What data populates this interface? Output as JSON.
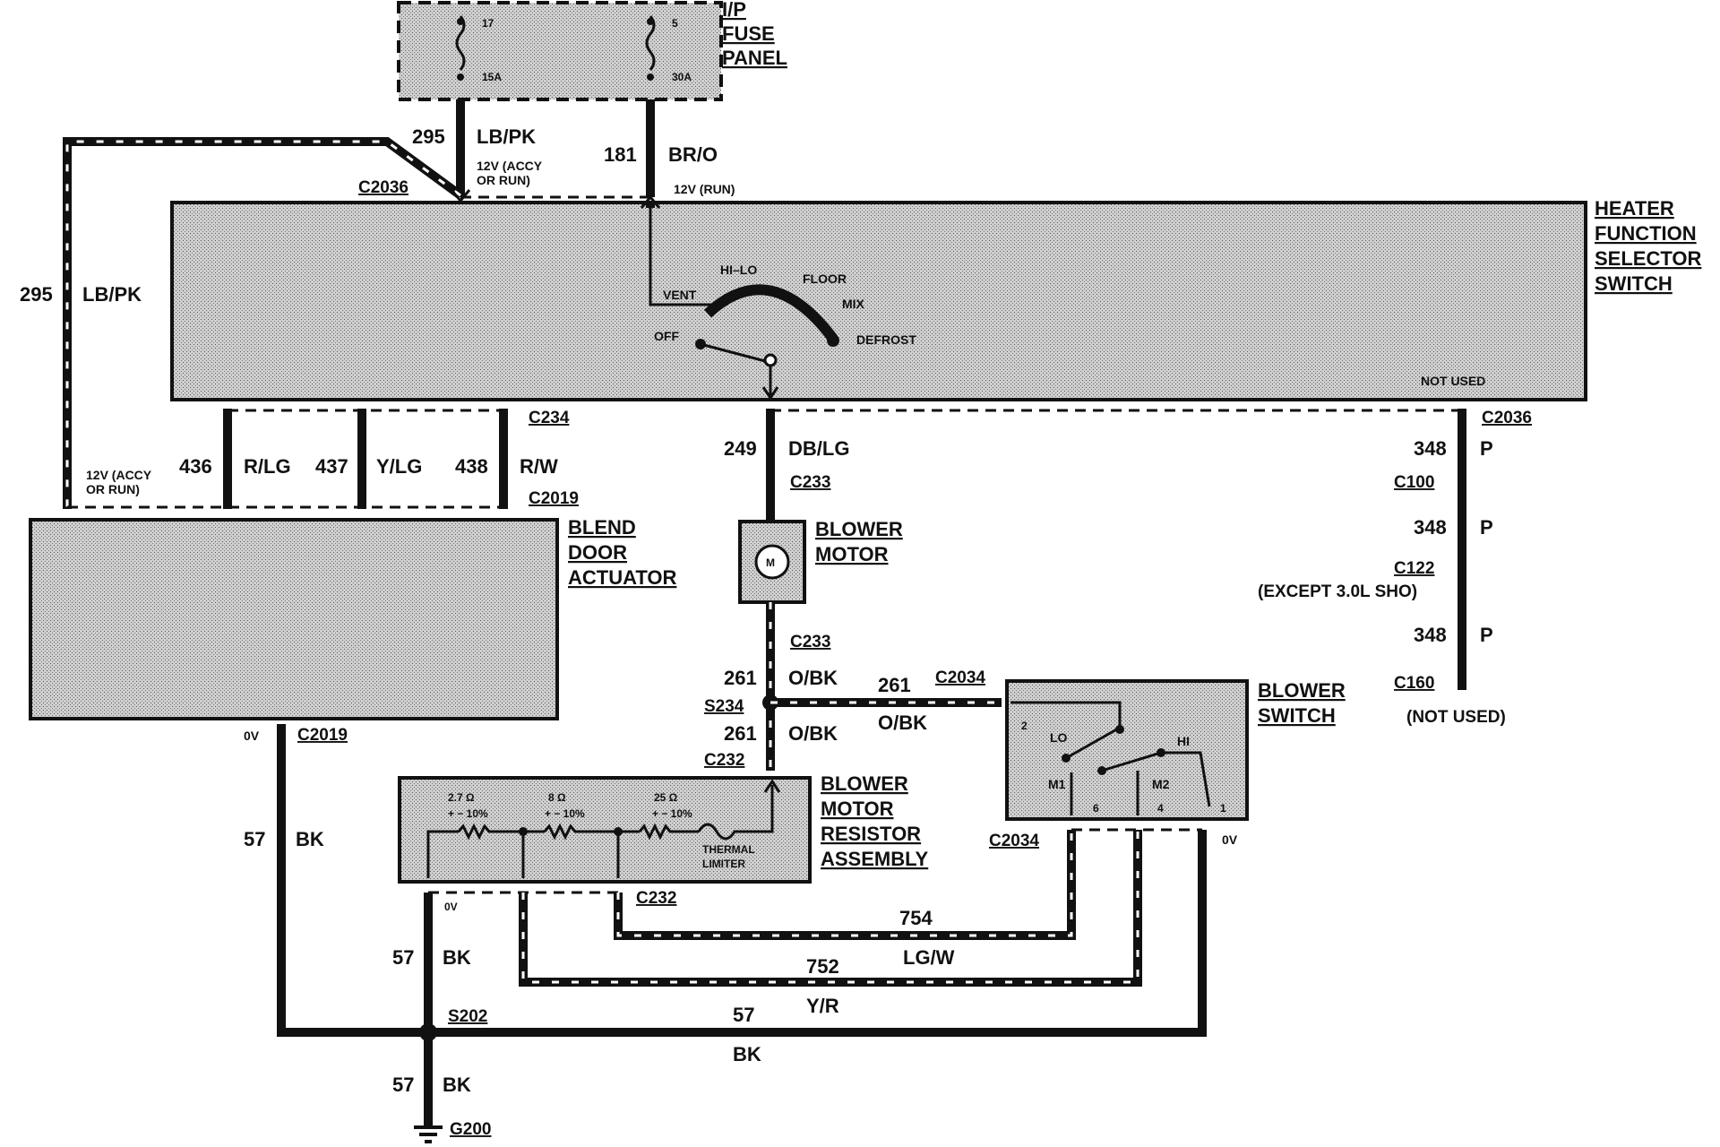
{
  "fuse_panel": {
    "title_lines": [
      "I/P",
      "FUSE",
      "PANEL"
    ],
    "fuse_a_num": "17",
    "fuse_a_rating": "15A",
    "fuse_b_num": "5",
    "fuse_b_rating": "30A"
  },
  "wires": {
    "w295_num": "295",
    "w295_color": "LB/PK",
    "w295_note": [
      "12V (ACCY",
      "OR RUN)"
    ],
    "w181_num": "181",
    "w181_color": "BR/O",
    "w181_note": "12V (RUN)",
    "w295_left_num": "295",
    "w295_left_color": "LB/PK",
    "w436_num": "436",
    "w436_color": "R/LG",
    "w437_num": "437",
    "w437_color": "Y/LG",
    "w438_num": "438",
    "w438_color": "R/W",
    "blend_note": [
      "12V (ACCY",
      "OR RUN)"
    ],
    "w249_num": "249",
    "w249_color": "DB/LG",
    "w348_num": "348",
    "w348_color": "P",
    "w261_num": "261",
    "w261_color": "O/BK",
    "w57_num": "57",
    "w57_color": "BK",
    "w754_num": "754",
    "w754_color": "LG/W",
    "w752_num": "752",
    "w752_color": "Y/R",
    "zero_v": "0V"
  },
  "connectors": {
    "c2036": "C2036",
    "c234": "C234",
    "c2019": "C2019",
    "c233": "C233",
    "c100": "C100",
    "c122": "C122",
    "c122_note": "(EXCEPT 3.0L SHO)",
    "c160": "C160",
    "c160_note": "(NOT USED)",
    "c2034": "C2034",
    "c232": "C232",
    "s234": "S234",
    "s202": "S202",
    "g200": "G200"
  },
  "heater_switch": {
    "title_lines": [
      "HEATER",
      "FUNCTION",
      "SELECTOR",
      "SWITCH"
    ],
    "positions": [
      "VENT",
      "HI–LO",
      "FLOOR",
      "MIX",
      "DEFROST",
      "OFF"
    ],
    "not_used": "NOT USED"
  },
  "blend_door": {
    "title_lines": [
      "BLEND",
      "DOOR",
      "ACTUATOR"
    ]
  },
  "blower_motor": {
    "title_lines": [
      "BLOWER",
      "MOTOR"
    ],
    "symbol": "M"
  },
  "blower_switch": {
    "title_lines": [
      "BLOWER",
      "SWITCH"
    ],
    "labels": [
      "LO",
      "HI",
      "M1",
      "M2"
    ],
    "pins": [
      "2",
      "6",
      "4",
      "1"
    ]
  },
  "resistor_assembly": {
    "title_lines": [
      "BLOWER",
      "MOTOR",
      "RESISTOR",
      "ASSEMBLY"
    ],
    "resistors": [
      {
        "value": "2.7 Ω",
        "tol": "+ − 10%"
      },
      {
        "value": "8 Ω",
        "tol": "+ − 10%"
      },
      {
        "value": "25 Ω",
        "tol": "+ − 10%"
      }
    ],
    "limiter": [
      "THERMAL",
      "LIMITER"
    ]
  }
}
